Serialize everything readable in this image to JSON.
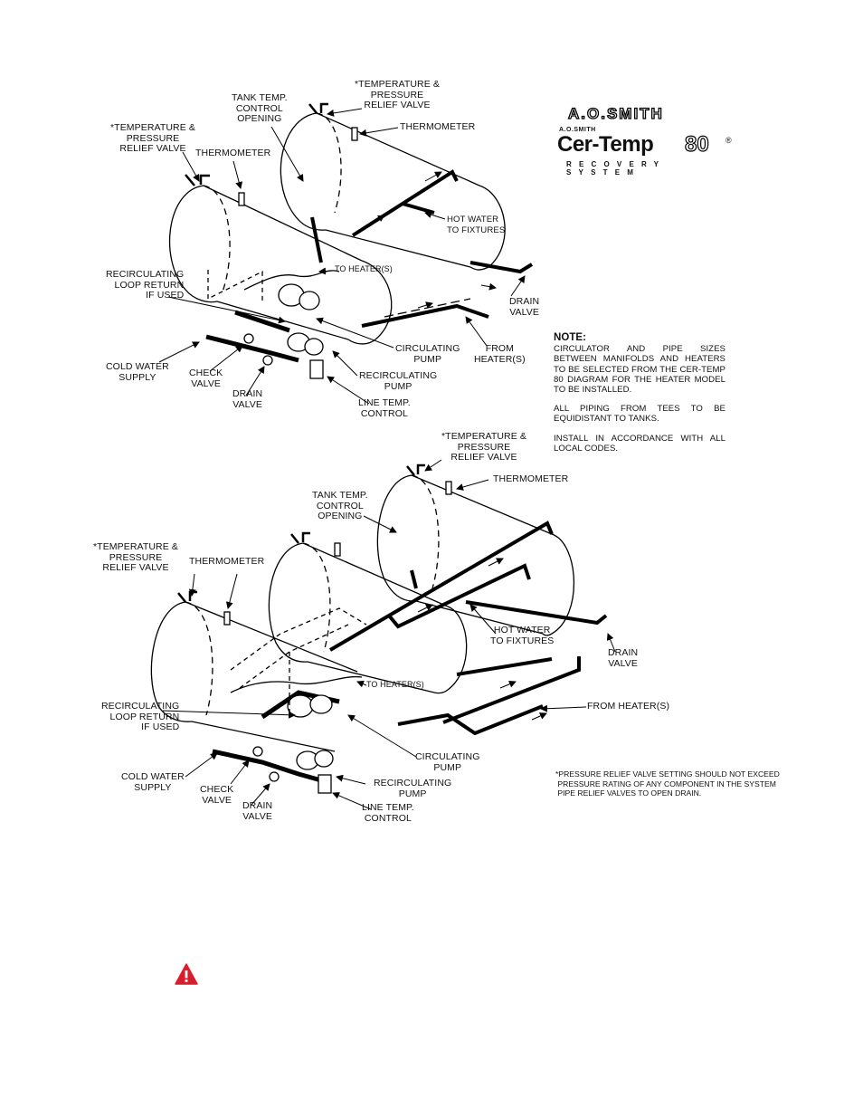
{
  "logo": {
    "brand_top": "A.O.SMITH",
    "brand_small": "A.O.SMITH",
    "product": "Cer-Temp",
    "product_number": "80",
    "registered": "®",
    "tagline": "RECOVERY SYSTEM"
  },
  "top_diagram": {
    "labels": {
      "tp_valve_right": "*TEMPERATURE &\nPRESSURE\nRELIEF VALVE",
      "tank_temp_control": "TANK TEMP.\nCONTROL\nOPENING",
      "thermometer_right": "THERMOMETER",
      "tp_valve_left": "*TEMPERATURE &\nPRESSURE\nRELIEF VALVE",
      "thermometer_left": "THERMOMETER",
      "hot_water": "HOT WATER\nTO FIXTURES",
      "to_heaters": "TO HEATER(S)",
      "recirc_loop": "RECIRCULATING\nLOOP RETURN\nIF USED",
      "drain_valve_right": "DRAIN\nVALVE",
      "circulating_pump": "CIRCULATING\nPUMP",
      "from_heaters": "FROM\nHEATER(S)",
      "cold_water": "COLD WATER\nSUPPLY",
      "check_valve": "CHECK\nVALVE",
      "recirc_pump": "RECIRCULATING\nPUMP",
      "drain_valve_left": "DRAIN\nVALVE",
      "line_temp": "LINE TEMP.\nCONTROL"
    }
  },
  "note": {
    "heading": "NOTE:",
    "p1": "CIRCULATOR AND PIPE SIZES BETWEEN MANIFOLDS AND HEATERS TO BE SELECTED FROM THE CER-TEMP 80 DIAGRAM FOR THE HEATER MODEL TO BE INSTALLED.",
    "p2": "ALL PIPING FROM TEES TO BE EQUIDISTANT TO TANKS.",
    "p3": "INSTALL IN ACCORDANCE WITH ALL LOCAL CODES."
  },
  "bottom_diagram": {
    "labels": {
      "tp_valve_top": "*TEMPERATURE &\nPRESSURE\nRELIEF VALVE",
      "thermometer_top": "THERMOMETER",
      "tank_temp_control": "TANK TEMP.\nCONTROL\nOPENING",
      "tp_valve_left": "*TEMPERATURE &\nPRESSURE\nRELIEF VALVE",
      "thermometer_left": "THERMOMETER",
      "hot_water": "HOT WATER\nTO FIXTURES",
      "drain_valve_right": "DRAIN\nVALVE",
      "to_heaters": "TO HEATER(S)",
      "recirc_loop": "RECIRCULATING\nLOOP RETURN\nIF USED",
      "from_heaters": "FROM HEATER(S)",
      "circulating_pump": "CIRCULATING\nPUMP",
      "cold_water": "COLD WATER\nSUPPLY",
      "check_valve": "CHECK\nVALVE",
      "recirc_pump": "RECIRCULATING\nPUMP",
      "drain_valve_left": "DRAIN\nVALVE",
      "line_temp": "LINE TEMP.\nCONTROL"
    }
  },
  "footnote": "*PRESSURE RELIEF VALVE SETTING SHOULD NOT EXCEED\n PRESSURE RATING OF ANY COMPONENT IN THE SYSTEM\n PIPE RELIEF VALVES TO OPEN DRAIN.",
  "warning_icon": {
    "name": "warning-triangle-icon",
    "color": "#d81e2c"
  }
}
